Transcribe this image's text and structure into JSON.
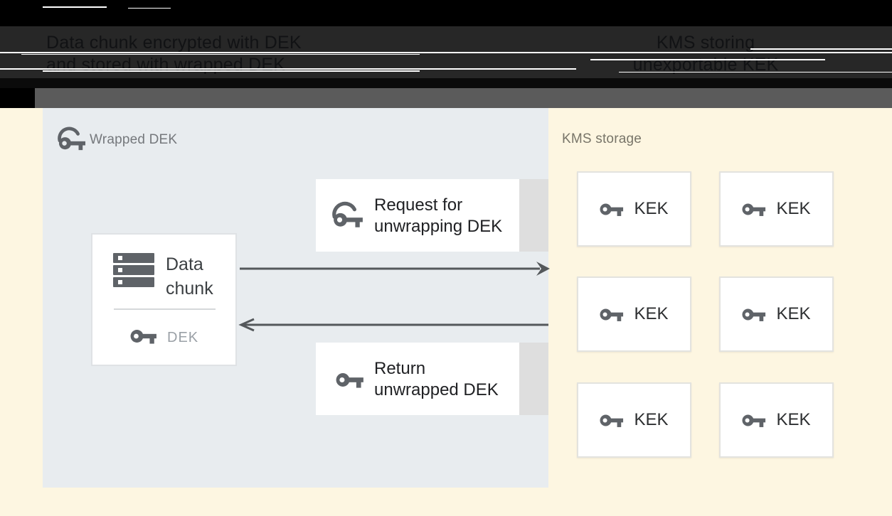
{
  "header": {
    "caption_left": {
      "line1": "Data chunk encrypted with DEK",
      "line2": "and stored with wrapped DEK"
    },
    "caption_right": {
      "line1": "KMS storing",
      "line2": "unexportable KEK"
    }
  },
  "wrapped_dek_panel": {
    "label": "Wrapped DEK",
    "data_chunk_card": {
      "title_line1": "Data",
      "title_line2": "chunk",
      "key_label": "DEK"
    },
    "request_card": {
      "line1": "Request for",
      "line2": "unwrapping DEK"
    },
    "return_card": {
      "line1": "Return",
      "line2": "unwrapped DEK"
    }
  },
  "kms_storage": {
    "label": "KMS storage",
    "keks": [
      "KEK",
      "KEK",
      "KEK",
      "KEK",
      "KEK",
      "KEK"
    ]
  },
  "colors": {
    "background_cream": "#fdf6e1",
    "panel_gray_blue": "#e8ecef",
    "card_white": "#ffffff",
    "card_tail_gray": "#dedede",
    "icon_gray": "#5f6368",
    "arrow_gray": "#54585b",
    "header_black": "#000000",
    "header_band_charcoal": "#272727",
    "header_strip_gray": "#5b5b5b",
    "label_gray": "#75787c",
    "text_dark": "#202124",
    "dek_label_gray": "#9aa0a6"
  }
}
